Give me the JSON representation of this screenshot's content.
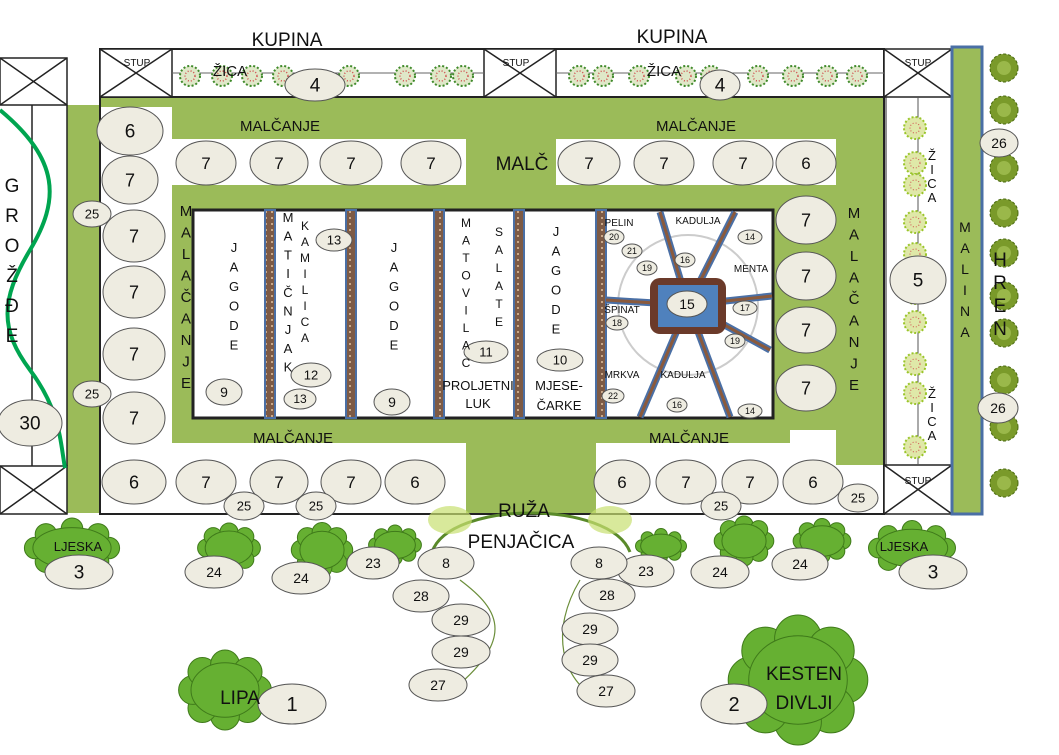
{
  "labels": {
    "kupina": "KUPINA",
    "stup": "STUP",
    "zica": "ŽICA",
    "malcanje": "MALČANJE",
    "malc": "MALČ",
    "malacanje_vertical": "MALAČANJE",
    "malina": "MALINA",
    "hren": "HREN",
    "grozde": "GROŽĐE",
    "jagode": "JAGODE",
    "matinjak": "MATIČNJAK",
    "kamilica": "KAMILICA",
    "matovilac": "MATOVILAC",
    "salate": "SALATE",
    "proljetni_luk": [
      "PROLJETNI",
      "LUK"
    ],
    "mjesecarke": [
      "MJESE-",
      "ČARKE"
    ],
    "pelin": "PELIN",
    "kadulja": "KADULJA",
    "menta": "MENTA",
    "spinat": "ŠPINAT",
    "mrkva": "MRKVA",
    "ruza_penjacica": [
      "RUŽA",
      "PENJAČICA"
    ],
    "ljeska": "LJESKA",
    "lipa": "LIPA",
    "kesten_divlji": [
      "KESTEN",
      "DIVLJI"
    ]
  },
  "numbers": {
    "n1": "1",
    "n2": "2",
    "n3": "3",
    "n4": "4",
    "n5": "5",
    "n6": "6",
    "n7": "7",
    "n8": "8",
    "n9": "9",
    "n10": "10",
    "n11": "11",
    "n12": "12",
    "n13": "13",
    "n14": "14",
    "n15": "15",
    "n16": "16",
    "n17": "17",
    "n18": "18",
    "n19": "19",
    "n20": "20",
    "n21": "21",
    "n22": "22",
    "n23": "23",
    "n24": "24",
    "n25": "25",
    "n26": "26",
    "n27": "27",
    "n28": "28",
    "n29": "29",
    "n30": "30"
  },
  "colors": {
    "mulch_green": "#9bbb59",
    "bush_green": "#66b032",
    "vine_green": "#00a550",
    "circle_fill": "#eeece1",
    "center_blue": "#4f81bd",
    "path_brown": "#8b5a3c",
    "stake_blue": "#4a6fa5"
  }
}
